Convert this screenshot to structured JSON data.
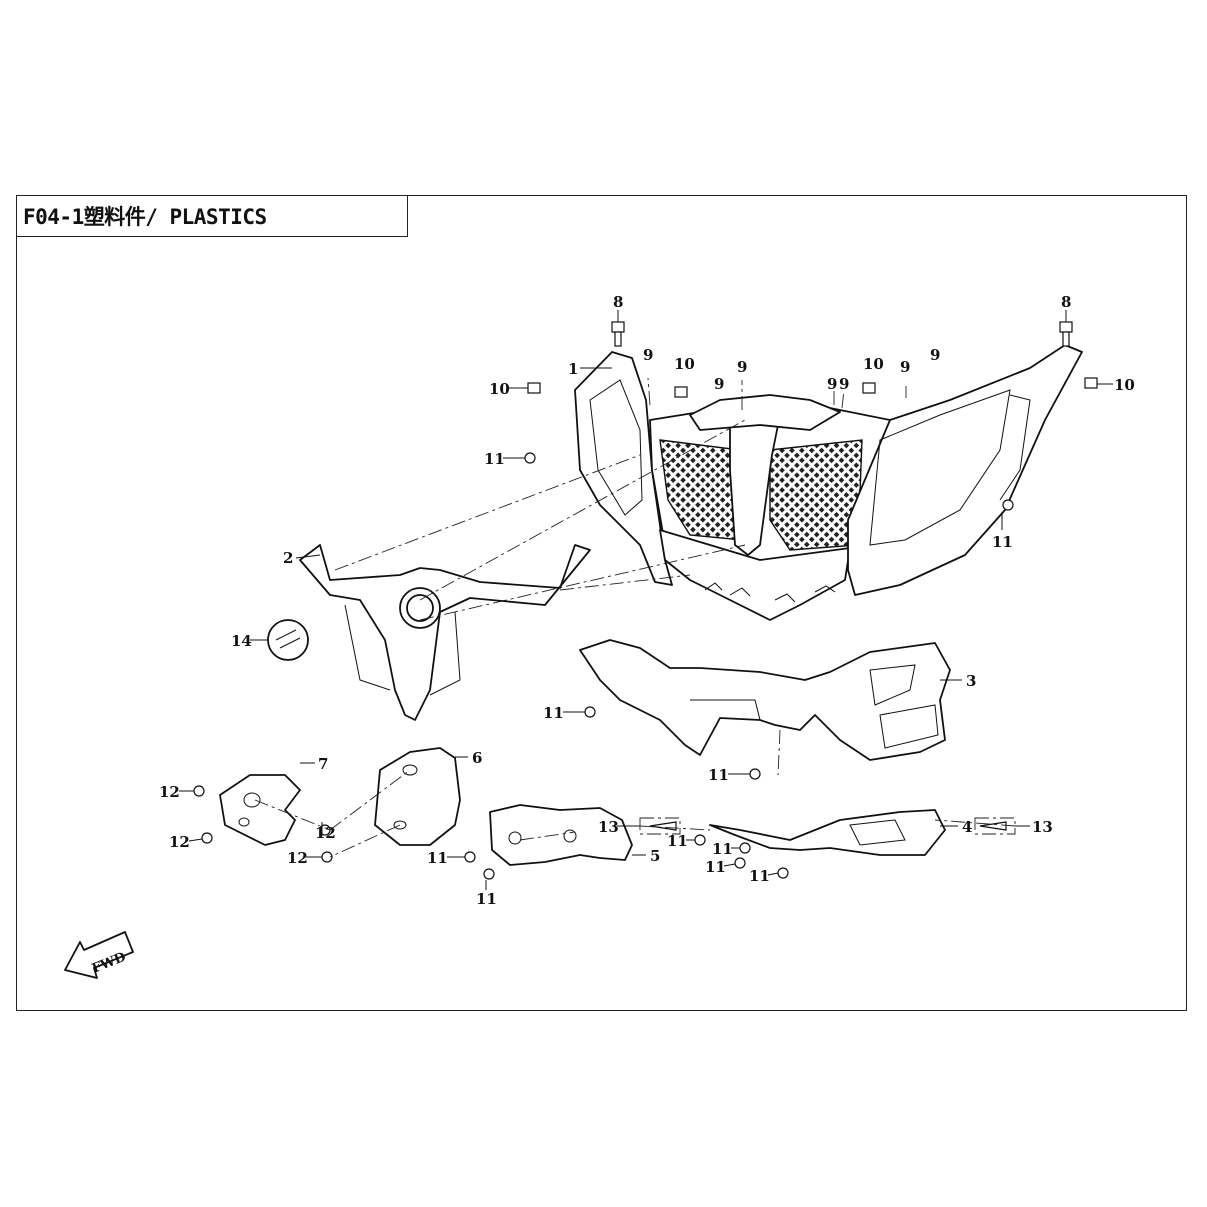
{
  "title": "F04-1塑料件/ PLASTICS",
  "fwd_label": "FWD",
  "callouts": {
    "c1": "1",
    "c2": "2",
    "c3": "3",
    "c4": "4",
    "c5": "5",
    "c6": "6",
    "c7": "7",
    "c8a": "8",
    "c8b": "8",
    "c9a": "9",
    "c9b": "9",
    "c9c": "9",
    "c9d": "9",
    "c9e": "9",
    "c9f": "9",
    "c9g": "9",
    "c10a": "10",
    "c10b": "10",
    "c10c": "10",
    "c10d": "10",
    "c11a": "11",
    "c11b": "11",
    "c11c": "11",
    "c11d": "11",
    "c11e": "11",
    "c11f": "11",
    "c11g": "11",
    "c11h": "11",
    "c11i": "11",
    "c11j": "11",
    "c12a": "12",
    "c12b": "12",
    "c12c": "12",
    "c12d": "12",
    "c13a": "13",
    "c13b": "13",
    "c14": "14"
  }
}
